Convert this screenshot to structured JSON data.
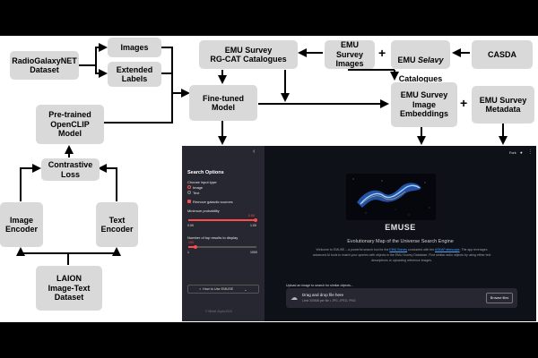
{
  "boxes": {
    "radiogalaxynet": "RadioGalaxyNET\nDataset",
    "images": "Images",
    "extended_labels": "Extended\nLabels",
    "pretrained_openclip": "Pre-trained\nOpenCLIP\nModel",
    "contrastive_loss": "Contrastive\nLoss",
    "image_encoder": "Image\nEncoder",
    "text_encoder": "Text\nEncoder",
    "laion": "LAION\nImage-Text\nDataset",
    "finetuned_model": "Fine-tuned\nModel",
    "emu_rgcat": "EMU Survey\nRG-CAT Catalogues",
    "emu_images": "EMU Survey\nImages",
    "emu_selavy_prefix": "EMU ",
    "emu_selavy_italic": "Selavy",
    "emu_selavy_suffix": "Catalogues",
    "casda": "CASDA",
    "emu_embeddings": "EMU Survey\nImage\nEmbeddings",
    "emu_metadata": "EMU Survey\nMetadata"
  },
  "plus": "+",
  "app": {
    "sidebar": {
      "collapse": "‹",
      "title": "Search Options",
      "input_type_label": "Choose input type:",
      "opt_image": "Image",
      "opt_text": "Text",
      "remove_galactic": "Remove galactic sources",
      "min_prob_label": "Minimum probability",
      "min_prob_value": "0.50",
      "min_prob_min": "0.00",
      "min_prob_max": "1.00",
      "topn_label": "Number of top results to display",
      "topn_value": "100",
      "topn_min": "1",
      "topn_max": "1000",
      "how_to": "How to Use EMUSE",
      "footer": "© Nikhel Gupta 2024"
    },
    "topbar": {
      "fork": "Fork"
    },
    "title": "EMUSE",
    "subtitle": "Evolutionary Map of the Universe Search Engine",
    "para1_a": "Welcome to EMUSE – a powerful search tool for the ",
    "para1_link1": "EMU Survey",
    "para1_b": " conducted with the ",
    "para1_link2": "ASKAP telescope",
    "para1_c": ". The app leverages",
    "para2": "advanced AI tools to match your queries with objects in the EMU Survey Database. Find similar radio objects by using either text",
    "para3": "descriptions or uploading reference images.",
    "upload_label": "Upload an image to search for similar objects...",
    "drop_title": "Drag and drop file here",
    "drop_limit": "Limit 200MB per file • JPG, JPEG, PNG",
    "browse": "Browse files"
  }
}
